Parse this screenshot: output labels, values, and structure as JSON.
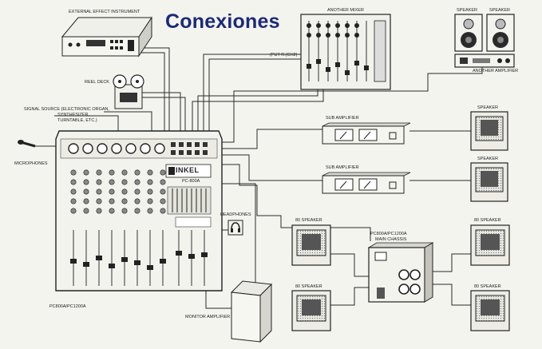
{
  "title": "Conexiones",
  "labels": {
    "external_effect": "EXTERNAL EFFECT INSTRUMENT",
    "another_mixer": "ANOTHER MIXER",
    "input_ch": "(PUT R.(CH2)",
    "speaker_1": "SPEAKER",
    "speaker_2": "SPEAKER",
    "another_amplifier": "ANOTHER AMPLIFIER",
    "reel_deck": "REEL DECK",
    "signal_source": "SIGNAL SOURCE (ELECTRONIC ORGAN,",
    "signal_source_2": "SYNTHESIZER,",
    "signal_source_3": "TURNTABLE, ETC.)",
    "microphones": "MICROPHONES",
    "sub_amplifier_1": "SUB AMPLIFIER",
    "sub_amplifier_2": "SUB AMPLIFIER",
    "speaker_sub1": "SPEAKER",
    "speaker_sub2": "SPEAKER",
    "headphones": "HEADPHONES",
    "speaker_80_tl": "80 SPEAKER",
    "speaker_80_tr": "80 SPEAKER",
    "speaker_80_bl": "80 SPEAKER",
    "speaker_80_br": "80 SPEAKER",
    "main_chassis": "PC800A/PC1200A",
    "main_chassis_2": "MAIN CHASSIS",
    "mixer_model": "PC800A/PC1200A",
    "monitor_amplifier": "MONITOR AMPLIFIER",
    "brand": "INKEL",
    "brand_model": "PC-800A"
  },
  "colors": {
    "title": "#1c2a78",
    "line": "#2a2a2a",
    "background": "#f4f4ef"
  }
}
